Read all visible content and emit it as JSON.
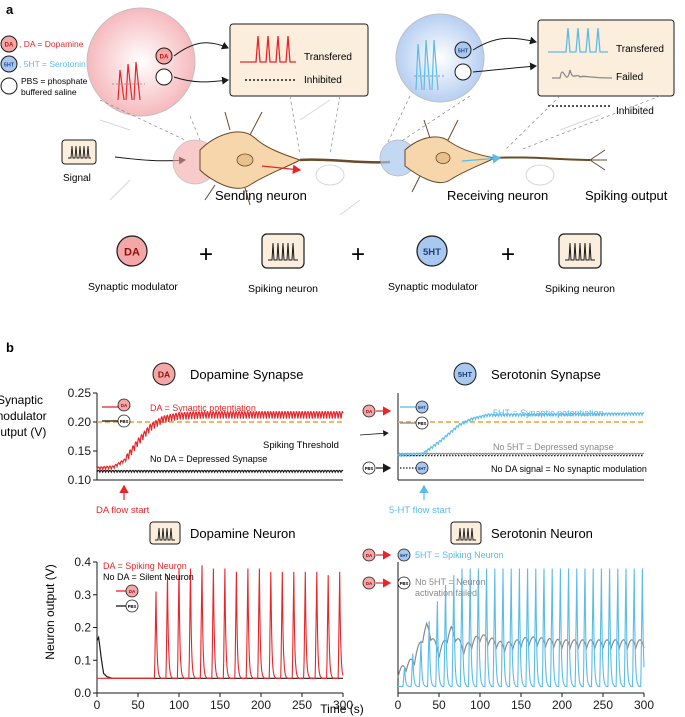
{
  "panel_a": {
    "label": "a",
    "legend": {
      "da_badge": "DA",
      "da_text": ", DA = Dopamine",
      "ht_badge": "5HT",
      "ht_text": ", 5HT = Serotonin",
      "pbs_line1": "PBS = phosphate",
      "pbs_line2": "buffered saline"
    },
    "left_box": {
      "transferred": "Transfered",
      "inhibited": "Inhibited"
    },
    "right_box": {
      "transferred": "Transfered",
      "failed": "Failed",
      "inhibited": "Inhibited"
    },
    "signal": "Signal",
    "sending_neuron": "Sending neuron",
    "receiving_neuron": "Receiving neuron",
    "spiking_output": "Spiking output",
    "bottom_row": {
      "da_badge": "DA",
      "ht_badge": "5HT",
      "synaptic_modulator_1": "Synaptic modulator",
      "spiking_neuron_1": "Spiking neuron",
      "synaptic_modulator_2": "Synaptic modulator",
      "spiking_neuron_2": "Spiking neuron",
      "plus": "+"
    }
  },
  "panel_b": {
    "label": "b",
    "da_synapse_title": "Dopamine Synapse",
    "ht_synapse_title": "Serotonin Synapse",
    "da_neuron_title": "Dopamine Neuron",
    "ht_neuron_title": "Serotonin Neuron",
    "synapse_ylabel": [
      "Synaptic",
      "modulator",
      "output (V)"
    ],
    "neuron_ylabel": "Neuron output (V)",
    "xlabel": "Time (s)",
    "da_badge": "DA",
    "ht_badge": "5HT",
    "pbs_badge": "PBS",
    "da_syn_legend_potentiation": "DA = Synaptic potentiation",
    "da_syn_legend_depressed": "No DA = Depressed Synapse",
    "spiking_threshold": "Spiking Threshold",
    "da_flow_start": "DA flow start",
    "ht_syn_legend_potentiation": "5HT = Synaptic potentiation",
    "ht_syn_legend_depressed": "No 5HT = Depressed synapse",
    "ht_syn_legend_nomod": "No DA signal = No synaptic modulation",
    "ht_flow_start": "5-HT flow start",
    "da_neu_legend_spiking": "DA = Spiking Neuron",
    "da_neu_legend_silent": "No DA = Silent Neuron",
    "ht_neu_legend_spiking": "5HT = Spiking Neuron",
    "ht_neu_legend_failed_1": "No 5HT = Neuron",
    "ht_neu_legend_failed_2": "activation failed"
  },
  "colors": {
    "dopamine": "#e8262a",
    "serotonin": "#5bbce8",
    "black": "#1a1a1a",
    "gray": "#8a8a8a",
    "threshold": "#f0a030",
    "da_badge_fill": "#f4a7a7",
    "ht_badge_fill": "#a9c8ef",
    "box_fill": "#fbeedd",
    "neuron_fill": "#f6d6aa"
  },
  "chart_data": [
    {
      "type": "line",
      "name": "dopamine-synapse",
      "title": "Dopamine Synapse",
      "ylabel": "Synaptic modulator output (V)",
      "xlim": [
        0,
        300
      ],
      "ylim": [
        0.1,
        0.25
      ],
      "yticks": [
        "0.10",
        "0.15",
        "0.20",
        "0.25"
      ],
      "threshold": 0.2,
      "flow_start": 30,
      "series": [
        {
          "name": "DA = Synaptic potentiation",
          "color": "#e8262a",
          "x": [
            0,
            20,
            35,
            50,
            65,
            80,
            100,
            130,
            300
          ],
          "y": [
            0.12,
            0.122,
            0.135,
            0.165,
            0.19,
            0.204,
            0.21,
            0.212,
            0.212
          ],
          "ripple": 0.012
        },
        {
          "name": "No DA = Depressed Synapse",
          "color": "#1a1a1a",
          "x": [
            0,
            300
          ],
          "y": [
            0.115,
            0.115
          ],
          "ripple": 0.003
        }
      ]
    },
    {
      "type": "line",
      "name": "serotonin-synapse",
      "title": "Serotonin Synapse",
      "xlim": [
        0,
        300
      ],
      "ylim": [
        0.1,
        0.25
      ],
      "threshold": 0.2,
      "flow_start": 30,
      "series": [
        {
          "name": "5HT = Synaptic potentiation",
          "color": "#5bbce8",
          "x": [
            0,
            30,
            50,
            75,
            90,
            110,
            300
          ],
          "y": [
            0.143,
            0.145,
            0.165,
            0.195,
            0.205,
            0.212,
            0.214
          ],
          "ripple": 0.004
        },
        {
          "name": "No 5HT = Depressed synapse",
          "color": "#8a8a8a",
          "x": [
            0,
            300
          ],
          "y": [
            0.145,
            0.145
          ],
          "ripple": 0.002
        },
        {
          "name": "No DA signal = No synaptic modulation",
          "color": "#1a1a1a",
          "x": [
            0,
            300
          ],
          "y": [
            0.142,
            0.142
          ],
          "ripple": 0,
          "dotted": true
        }
      ]
    },
    {
      "type": "line",
      "name": "dopamine-neuron",
      "title": "Dopamine Neuron",
      "ylabel": "Neuron output (V)",
      "xlabel": "Time (s)",
      "xlim": [
        0,
        300
      ],
      "ylim": [
        0,
        0.4
      ],
      "xticks": [
        0,
        50,
        100,
        150,
        200,
        250,
        300
      ],
      "yticks": [
        "0.0",
        "0.1",
        "0.2",
        "0.3",
        "0.4"
      ],
      "series": [
        {
          "name": "DA = Spiking Neuron",
          "color": "#e8262a",
          "baseline": 0.045,
          "spikes_x": [
            72,
            86,
            100,
            114,
            128,
            142,
            156,
            170,
            184,
            198,
            212,
            226,
            240,
            254,
            268,
            282,
            296
          ],
          "spikes_y": [
            0.31,
            0.36,
            0.38,
            0.38,
            0.39,
            0.38,
            0.38,
            0.37,
            0.38,
            0.38,
            0.37,
            0.37,
            0.37,
            0.37,
            0.37,
            0.36,
            0.37
          ]
        },
        {
          "name": "No DA = Silent Neuron",
          "color": "#1a1a1a",
          "x": [
            0,
            2,
            5,
            8,
            12,
            18,
            300
          ],
          "y": [
            0.16,
            0.17,
            0.11,
            0.06,
            0.05,
            0.045,
            0.045
          ]
        }
      ]
    },
    {
      "type": "line",
      "name": "serotonin-neuron",
      "title": "Serotonin Neuron",
      "xlabel": "Time (s)",
      "xlim": [
        0,
        300
      ],
      "ylim": [
        0,
        0.4
      ],
      "xticks": [
        0,
        50,
        100,
        150,
        200,
        250,
        300
      ],
      "series": [
        {
          "name": "5HT = Spiking Neuron",
          "color": "#5bbce8",
          "baseline": 0.02,
          "spikes_x": [
            8,
            18,
            28,
            38,
            48,
            58,
            68,
            78,
            88,
            98,
            108,
            118,
            128,
            138,
            148,
            158,
            168,
            178,
            188,
            198,
            208,
            218,
            228,
            238,
            248,
            258,
            268,
            278,
            288,
            298
          ],
          "spikes_y": [
            0.08,
            0.12,
            0.16,
            0.22,
            0.28,
            0.33,
            0.36,
            0.38,
            0.38,
            0.38,
            0.38,
            0.38,
            0.38,
            0.38,
            0.38,
            0.38,
            0.38,
            0.38,
            0.38,
            0.38,
            0.38,
            0.38,
            0.38,
            0.38,
            0.38,
            0.38,
            0.38,
            0.38,
            0.38,
            0.38
          ]
        },
        {
          "name": "No 5HT = Neuron activation failed",
          "color": "#8a8a8a",
          "x": [
            0,
            20,
            35,
            50,
            65,
            80,
            100,
            130,
            160,
            200,
            250,
            300
          ],
          "y": [
            0.06,
            0.1,
            0.2,
            0.12,
            0.19,
            0.13,
            0.17,
            0.14,
            0.16,
            0.15,
            0.15,
            0.15
          ],
          "ripple": 0.025
        }
      ]
    }
  ]
}
